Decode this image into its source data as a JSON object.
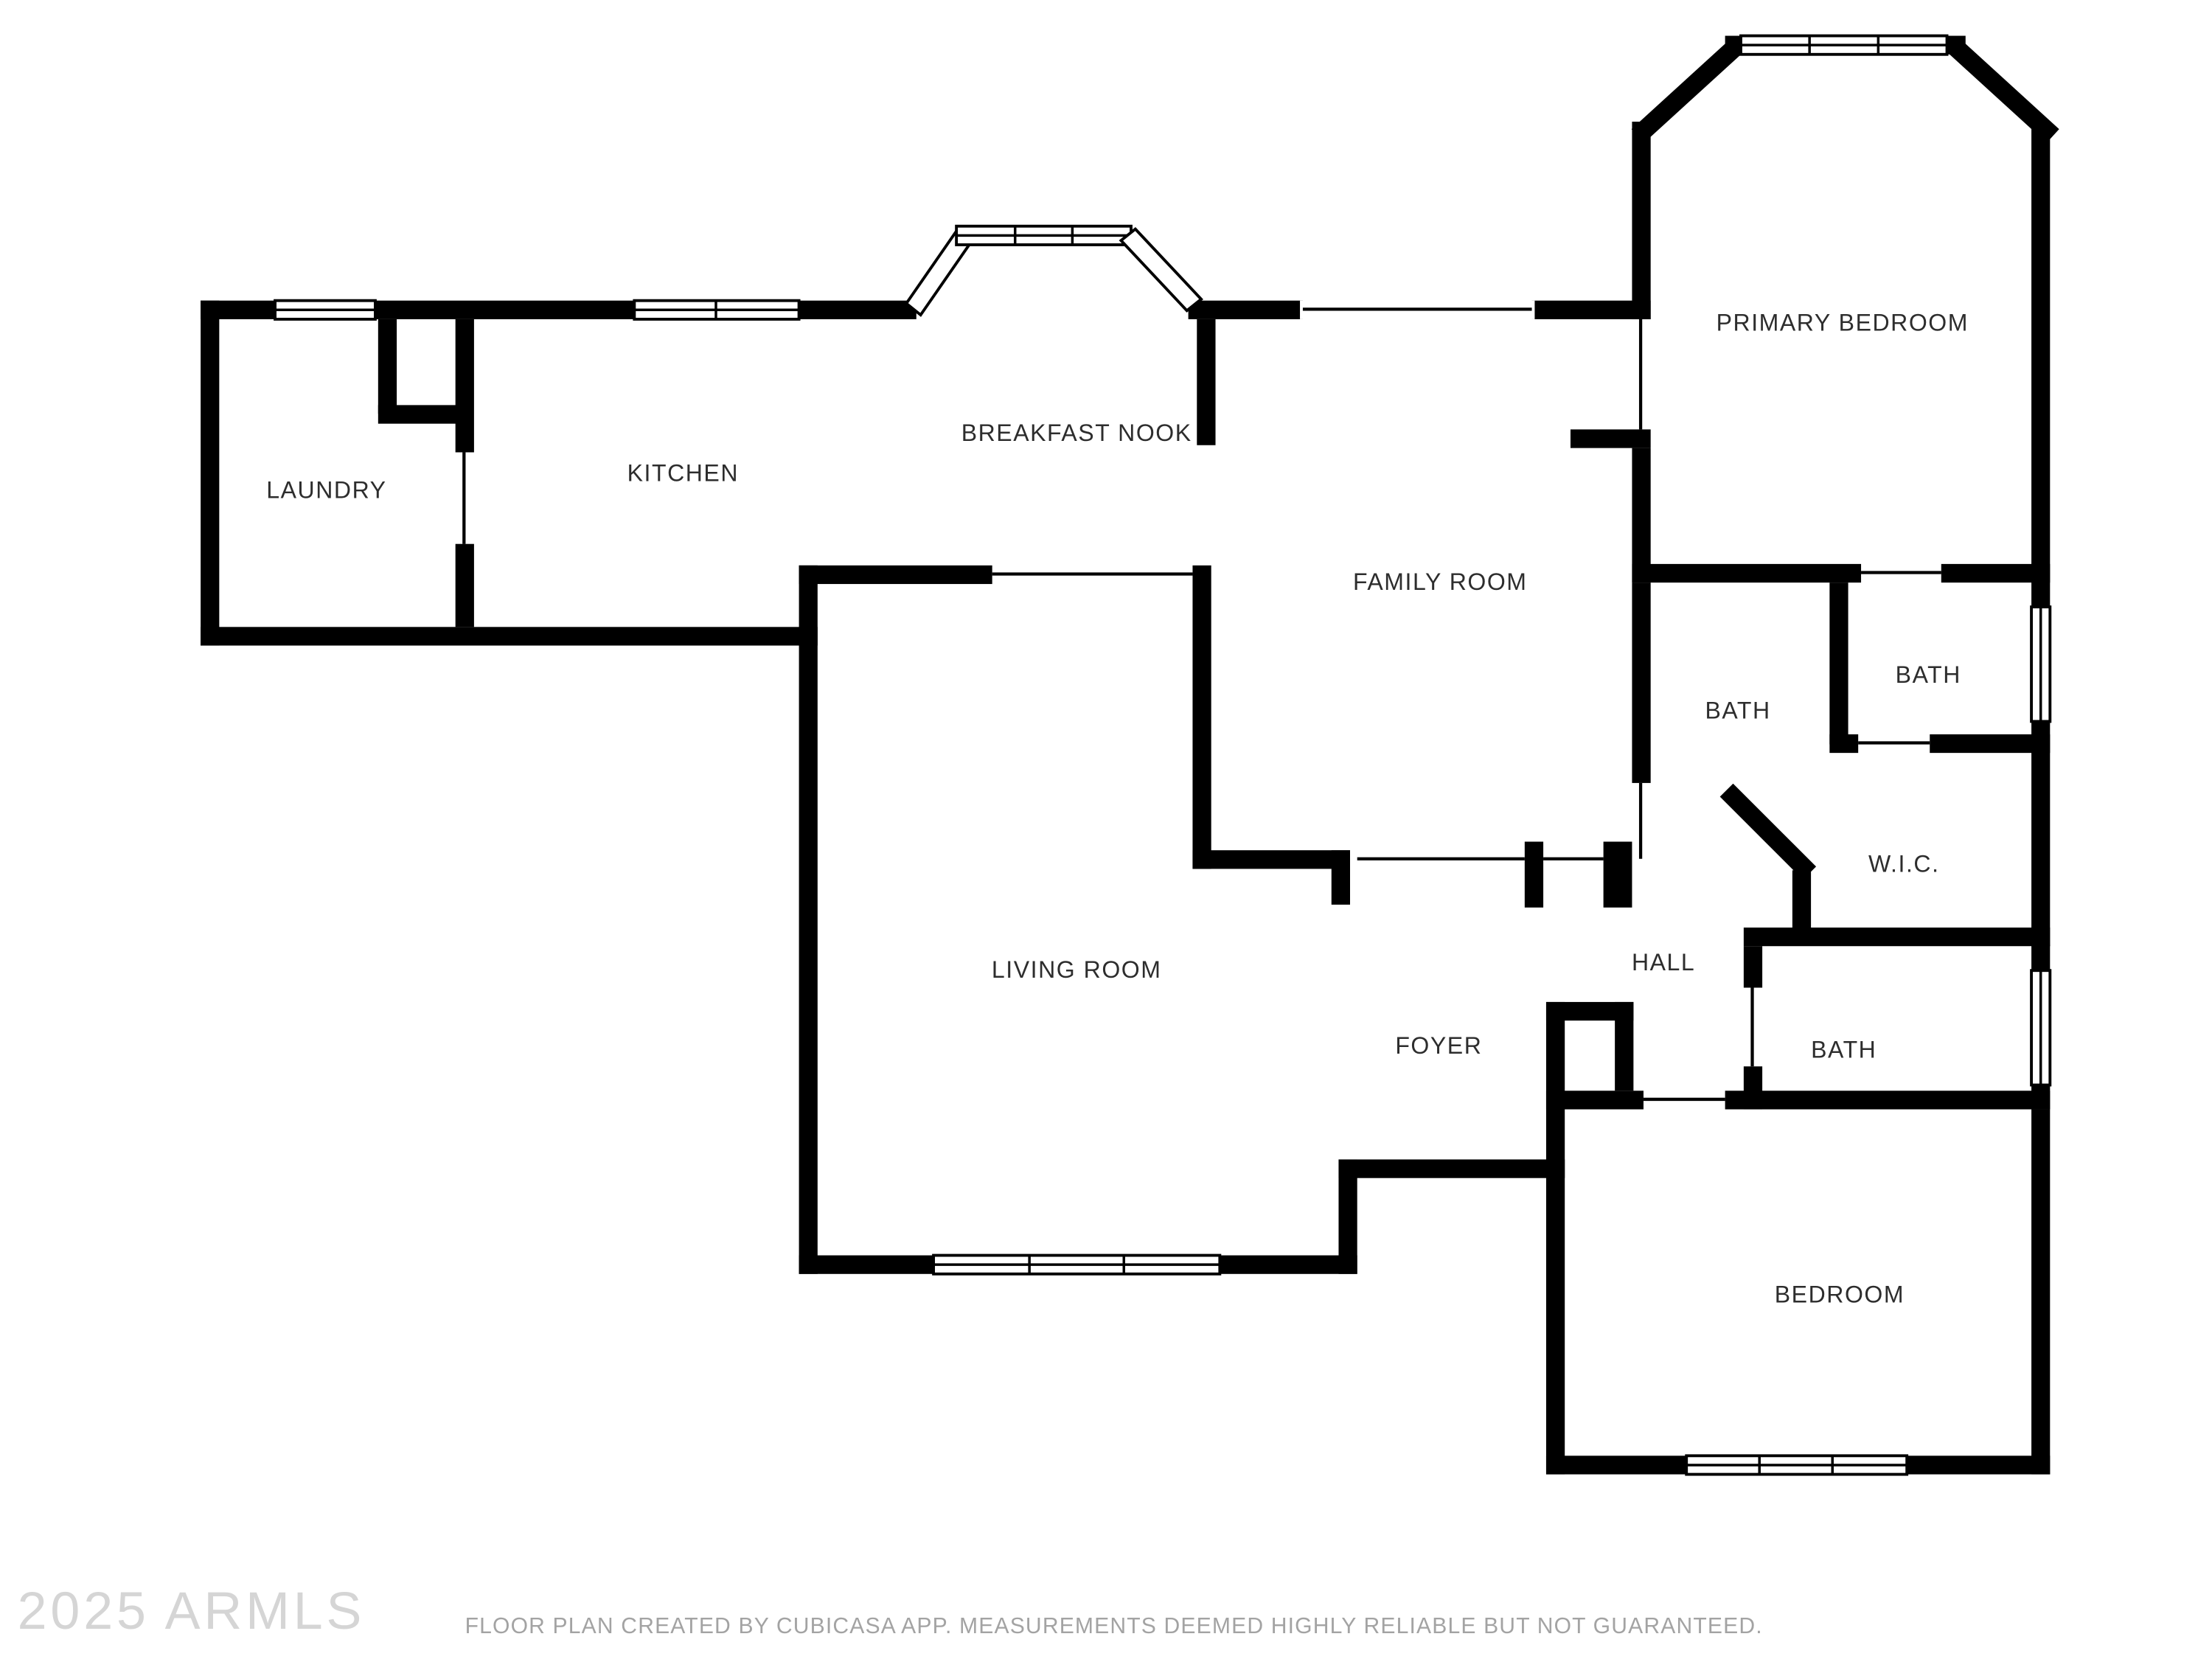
{
  "floor_plan": {
    "rooms": [
      {
        "id": "laundry",
        "label": "LAUNDRY"
      },
      {
        "id": "kitchen",
        "label": "KITCHEN"
      },
      {
        "id": "breakfast-nook",
        "label": "BREAKFAST NOOK"
      },
      {
        "id": "family-room",
        "label": "FAMILY ROOM"
      },
      {
        "id": "primary-bedroom",
        "label": "PRIMARY BEDROOM"
      },
      {
        "id": "bath-hall",
        "label": "BATH"
      },
      {
        "id": "bath-primary",
        "label": "BATH"
      },
      {
        "id": "wic",
        "label": "W.I.C."
      },
      {
        "id": "hall",
        "label": "HALL"
      },
      {
        "id": "living-room",
        "label": "LIVING ROOM"
      },
      {
        "id": "foyer",
        "label": "FOYER"
      },
      {
        "id": "bath-lower",
        "label": "BATH"
      },
      {
        "id": "bedroom",
        "label": "BEDROOM"
      }
    ],
    "colors": {
      "wall": "#000000",
      "background": "#ffffff",
      "label": "#2d2d2d",
      "watermark": "#d5d5d5",
      "footer": "#a3a3a3"
    }
  },
  "watermark": {
    "text": "2025 ARMLS"
  },
  "footer": {
    "text": "FLOOR PLAN CREATED BY CUBICASA APP. MEASUREMENTS DEEMED HIGHLY RELIABLE BUT NOT GUARANTEED."
  }
}
